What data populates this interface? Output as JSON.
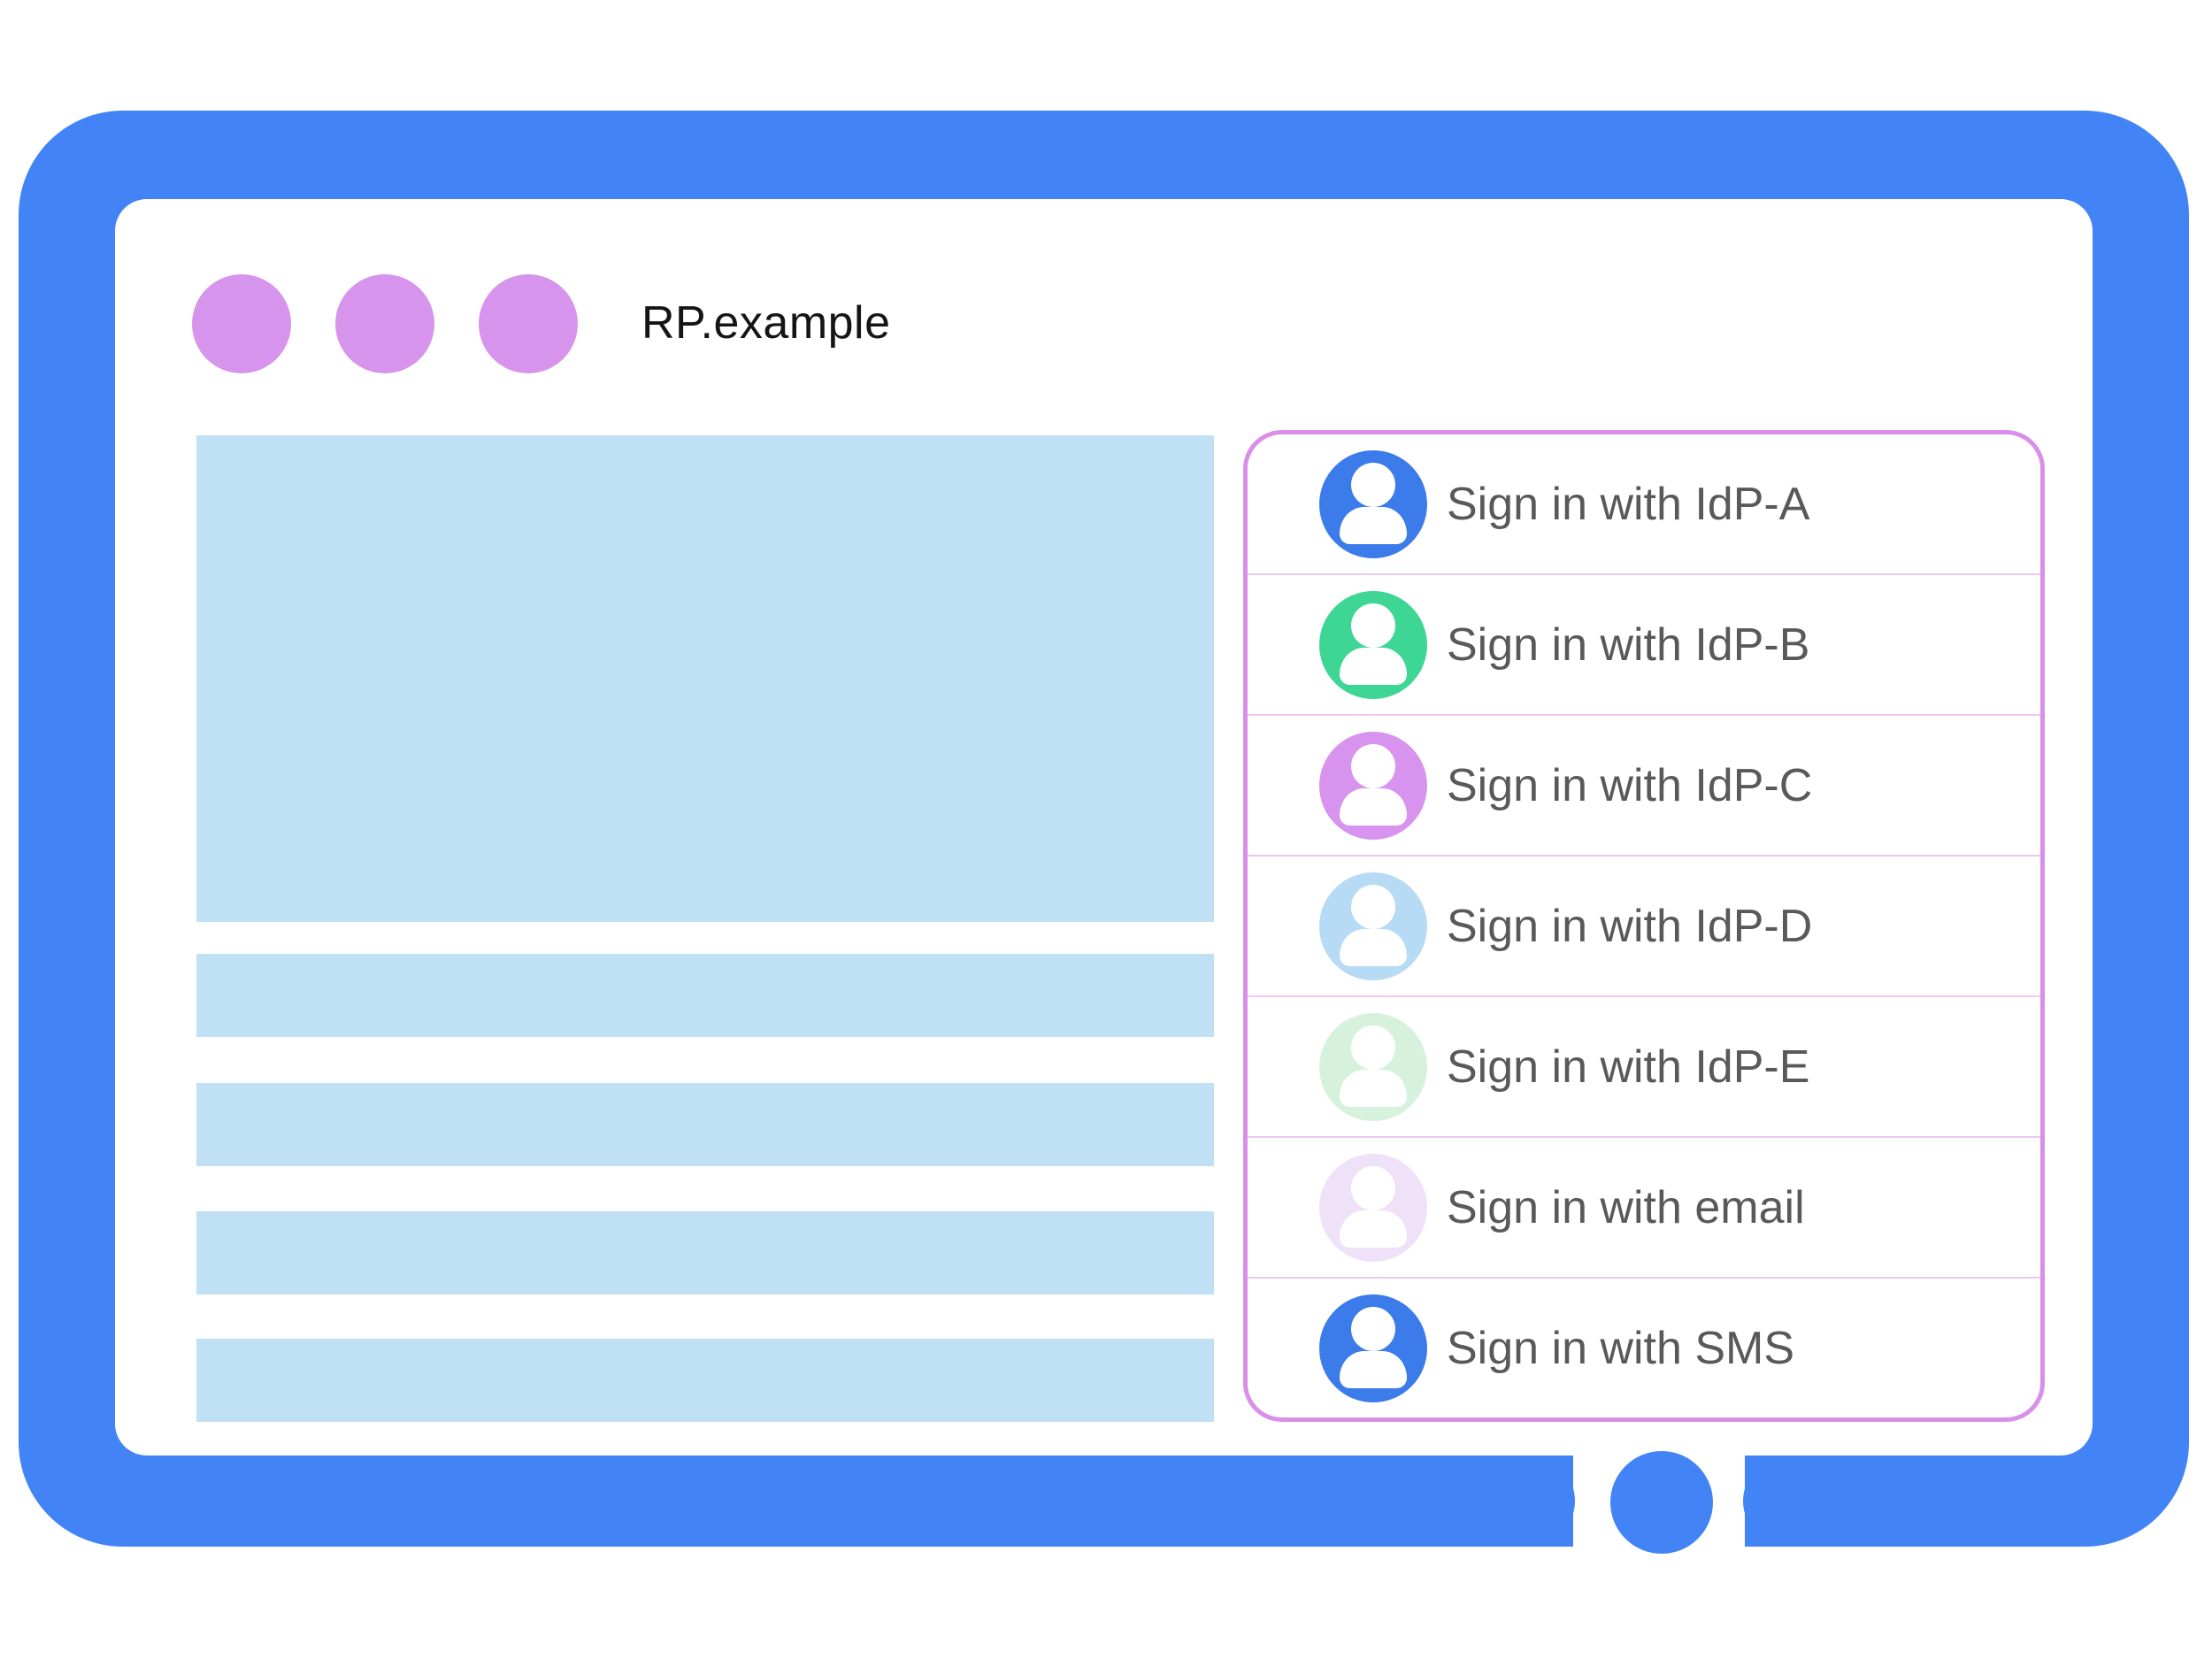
{
  "colors": {
    "frame-blue": "#4284F5",
    "dot-purple": "#D794EC",
    "placeholder-blue": "#C0E0F3",
    "panel-border": "#D98FE9",
    "panel-separator": "#EDC7F2",
    "label-gray": "#595959",
    "title-black": "#151515",
    "glyph-white": "#FFFFFF"
  },
  "window": {
    "title": "RP.example",
    "dots": [
      "window-dot",
      "window-dot",
      "window-dot"
    ]
  },
  "signin_panel": {
    "items": [
      {
        "label": "Sign in with IdP-A",
        "avatar_color": "#3B7BEA",
        "icon": "person-icon"
      },
      {
        "label": "Sign in with IdP-B",
        "avatar_color": "#3ED695",
        "icon": "person-icon"
      },
      {
        "label": "Sign in with IdP-C",
        "avatar_color": "#D793EE",
        "icon": "person-icon"
      },
      {
        "label": "Sign in with IdP-D",
        "avatar_color": "#B7DAF5",
        "icon": "person-icon"
      },
      {
        "label": "Sign in with IdP-E",
        "avatar_color": "#D7F2DC",
        "icon": "person-icon"
      },
      {
        "label": "Sign in with email",
        "avatar_color": "#EFE1F8",
        "icon": "person-icon"
      },
      {
        "label": "Sign in with SMS",
        "avatar_color": "#3B7BEA",
        "icon": "person-icon"
      }
    ]
  }
}
